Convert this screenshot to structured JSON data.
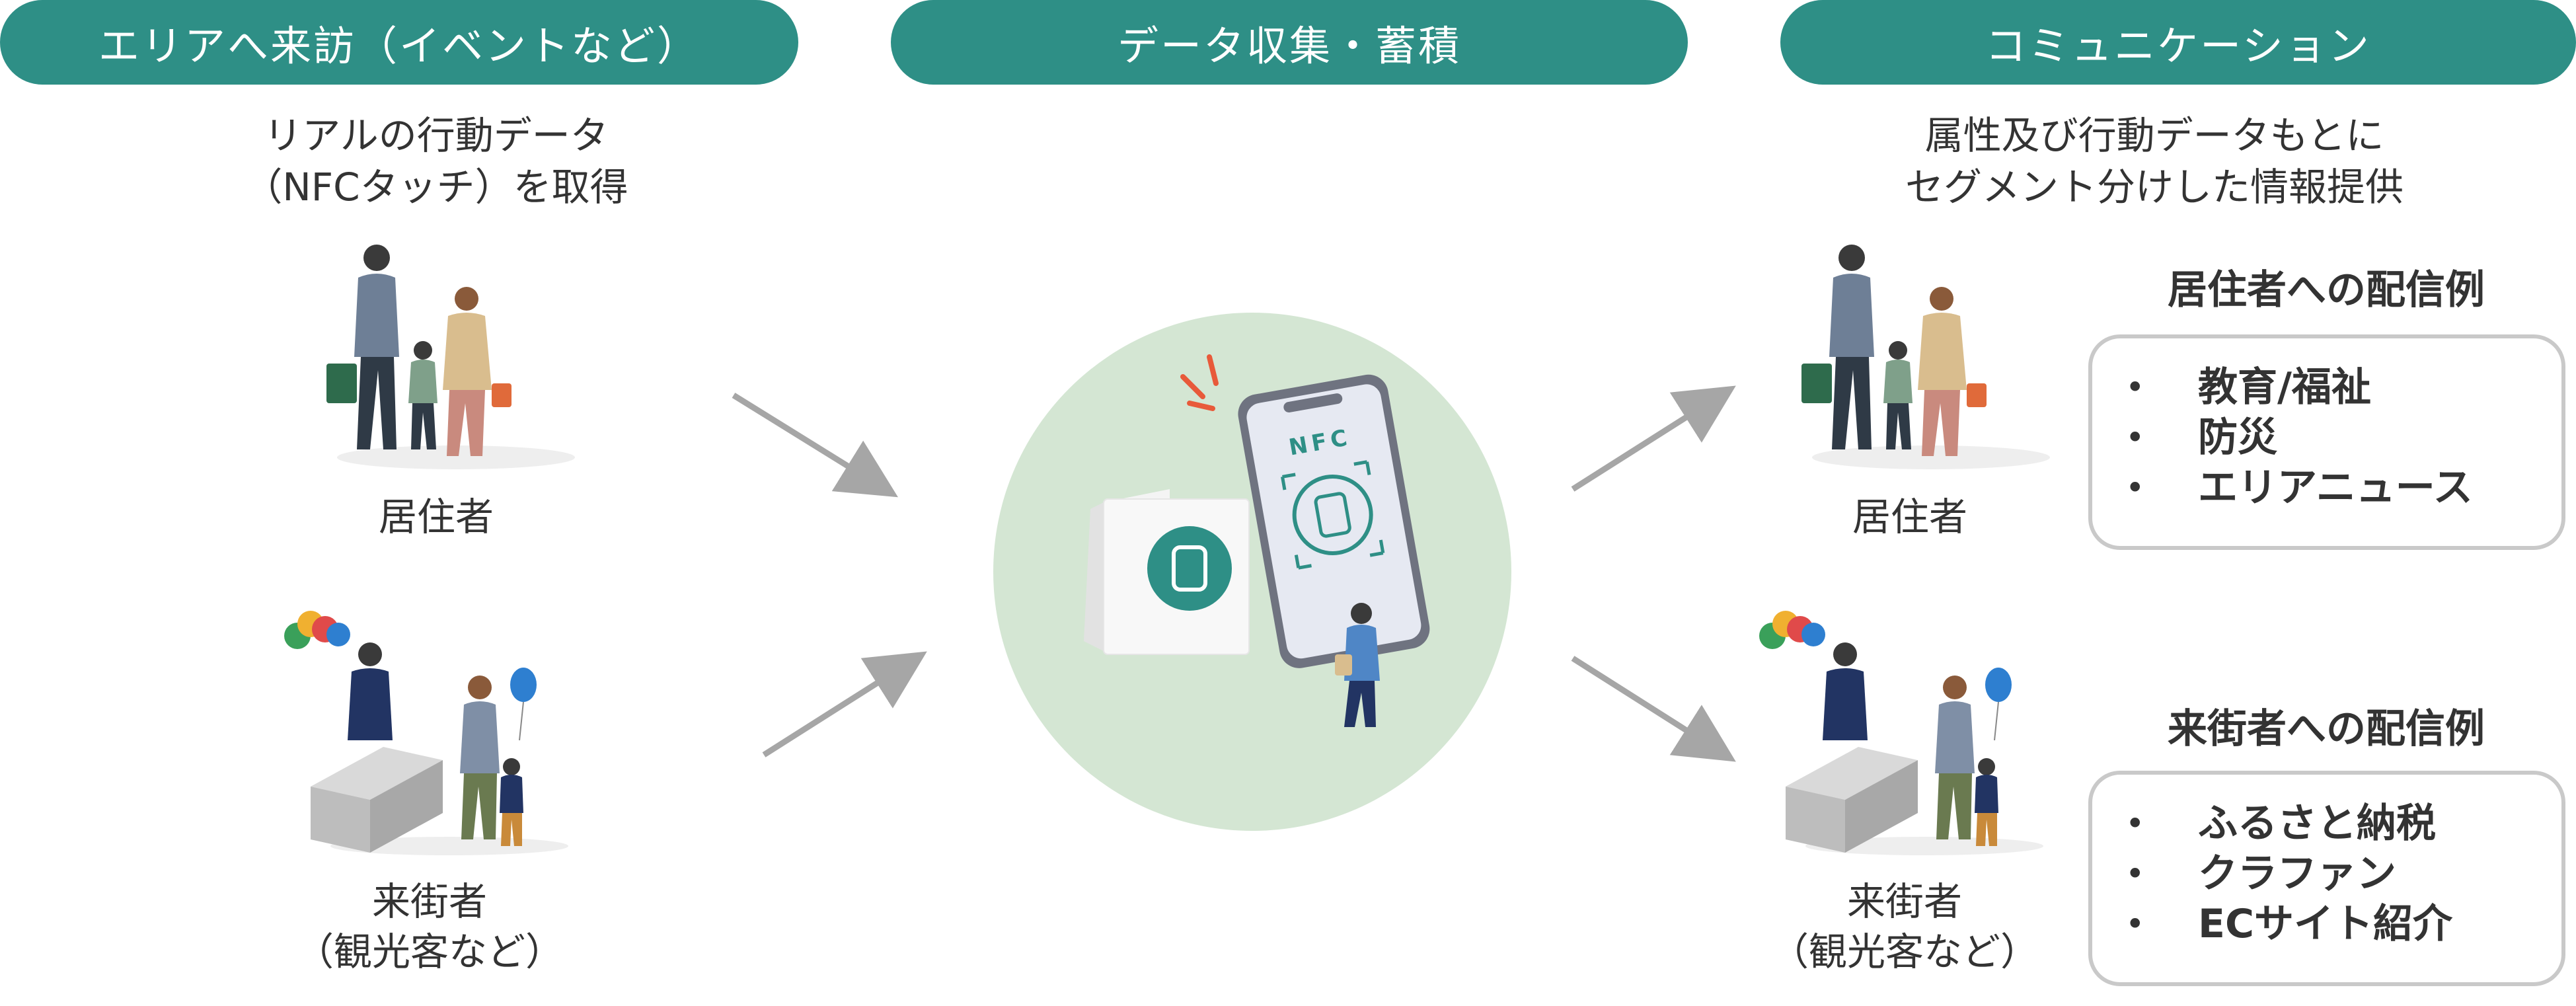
{
  "steps": [
    {
      "title": "エリアへ来訪（イベントなど）"
    },
    {
      "title": "データ収集・蓄積"
    },
    {
      "title": "コミュニケーション"
    }
  ],
  "left": {
    "caption_lines": [
      "リアルの行動データ",
      "（NFCタッチ）を取得"
    ],
    "resident_label": "居住者",
    "visitor_label_lines": [
      "来街者",
      "（観光客など）"
    ]
  },
  "center": {
    "phone_text": "NFC"
  },
  "right": {
    "caption_lines": [
      "属性及び行動データもとに",
      "セグメント分けした情報提供"
    ],
    "resident_label": "居住者",
    "visitor_label_lines": [
      "来街者",
      "（観光客など）"
    ],
    "resident_box": {
      "title": "居住者への配信例",
      "items": [
        "教育/福祉",
        "防災",
        "エリアニュース"
      ]
    },
    "visitor_box": {
      "title": "来街者への配信例",
      "items": [
        "ふるさと納税",
        "クラファン",
        "ECサイト紹介"
      ]
    }
  },
  "colors": {
    "teal": "#2e8f86",
    "circle": "#d4e6d3",
    "arrow": "#a6a6a6",
    "box_border": "#c9c9c9"
  },
  "icons": [
    "family-illustration",
    "event-booth-illustration",
    "nfc-phone-illustration",
    "arrow-icon"
  ]
}
